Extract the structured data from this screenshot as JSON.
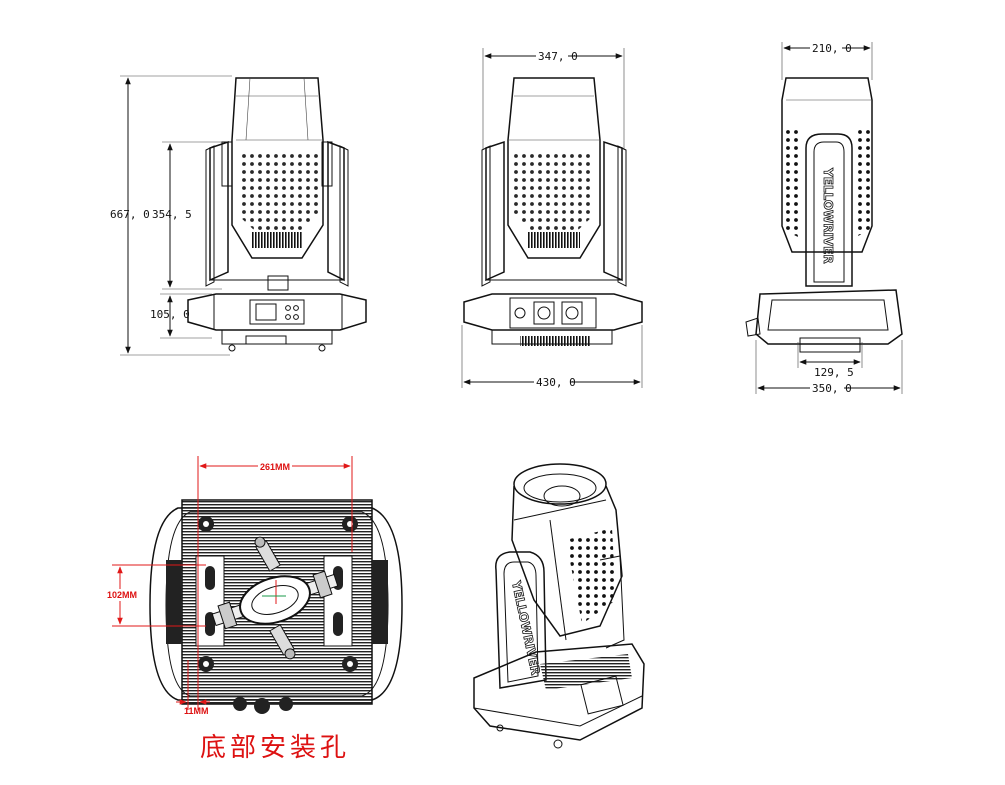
{
  "front_view": {
    "height_total": "667, 0",
    "height_head": "354, 5",
    "height_base": "105, 0"
  },
  "rear_view": {
    "width_top": "347, 0",
    "width_base": "430, 0"
  },
  "side_view": {
    "depth_top": "210, 0",
    "depth_inner": "129, 5",
    "depth_base": "350, 0",
    "brand_text": "YELLOWRIVER"
  },
  "bottom_view": {
    "hole_span": "261MM",
    "hole_pitch": "102MM",
    "edge_offset": "11MM",
    "caption": "底部安装孔"
  },
  "perspective_view": {
    "brand_text": "YELLOWRIVER"
  },
  "colors": {
    "line": "#111111",
    "dimension_red": "#e01818",
    "caption_red": "#d11111"
  }
}
